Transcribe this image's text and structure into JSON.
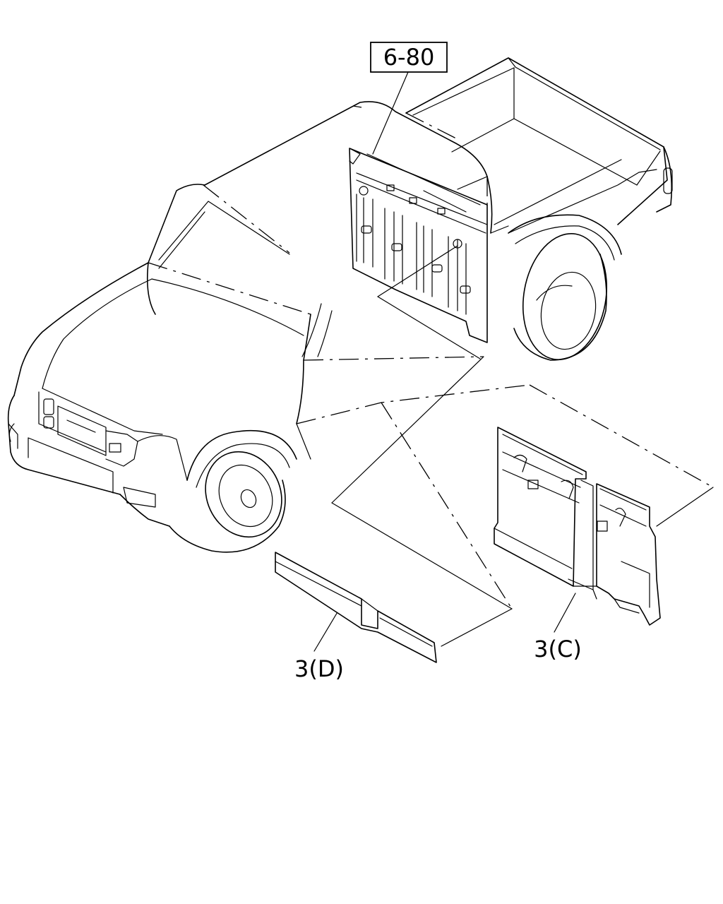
{
  "diagram": {
    "ref_label": "6-80",
    "callouts": [
      {
        "id": "rear-panel",
        "label": "3(C)"
      },
      {
        "id": "side-strip",
        "label": "3(D)"
      }
    ]
  }
}
